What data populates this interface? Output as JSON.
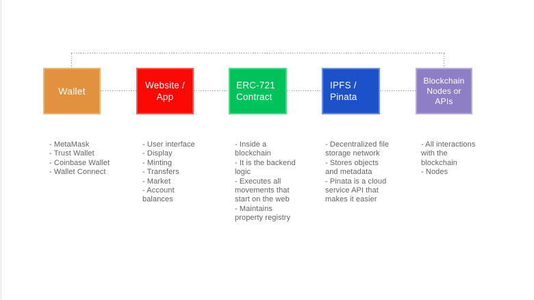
{
  "canvas": {
    "background": "#ffffff",
    "edge_line_color": "#dedede",
    "connector_color": "#8f8f8f",
    "notes_text_color": "#626262"
  },
  "nodes": [
    {
      "label": "Wallet",
      "fill": "#E2913E",
      "border": "#ECB475",
      "notes": "- MetaMask\n- Trust Wallet\n- Coinbase Wallet\n- Wallet Connect"
    },
    {
      "label": "Website /\nApp",
      "fill": "#FA0905",
      "border": "#FC5B4B",
      "notes": "- User interface\n- Display\n- Minting\n- Transfers\n- Market\n- Account\nbalances"
    },
    {
      "label": "ERC-721\nContract",
      "fill": "#00C25B",
      "border": "#57D690",
      "notes": "- Inside a\nblockchain\n- It is the backend\nlogic\n- Executes all\nmovements that\nstart on the web\n- Maintains\nproperty registry"
    },
    {
      "label": "IPFS /\nPinata",
      "fill": "#1C51C9",
      "border": "#6E8FDC",
      "notes": "- Decentralized file\nstorage network\n- Stores objects\nand metadata\n- Pinata is a cloud\nservice API that\nmakes it easier"
    },
    {
      "label": "Blockchain\nNodes or\nAPIs",
      "fill": "#8E7EC6",
      "border": "#B8ACDE",
      "notes": "- All interactions\nwith the\nblockchain\n- Nodes"
    }
  ]
}
